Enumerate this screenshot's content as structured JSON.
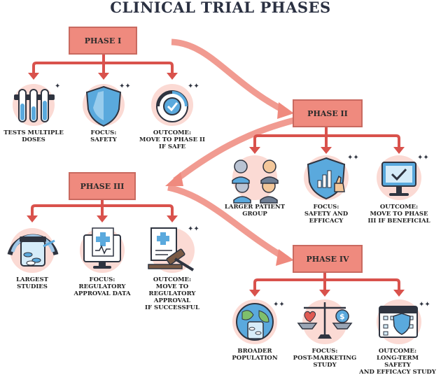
{
  "title": "CLINICAL TRIAL PHASES",
  "colors": {
    "accent": "#ef8a7e",
    "arrow": "#d9524c",
    "halo": "#fbdad4",
    "blue": "#5aa9dd",
    "dark": "#2f3440"
  },
  "phases": [
    {
      "label": "PHASE I",
      "items": [
        {
          "icon": "test-tubes-icon",
          "caption": "TESTS MULTIPLE\nDOSES"
        },
        {
          "icon": "shield-icon",
          "caption": "FOCUS:\nSAFETY"
        },
        {
          "icon": "gauge-check-icon",
          "caption": "OUTCOME:\nMOVE TO PHASE II\nIF SAFE"
        }
      ]
    },
    {
      "label": "PHASE II",
      "items": [
        {
          "icon": "patient-group-icon",
          "caption": "LARGER PATIENT\nGROUP"
        },
        {
          "icon": "shield-chart-thumb-icon",
          "caption": "FOCUS:\nSAFETY AND\nEFFICACY"
        },
        {
          "icon": "monitor-check-icon",
          "caption": "OUTCOME:\nMOVE TO PHASE\nIII IF BENEFICIAL"
        }
      ]
    },
    {
      "label": "PHASE III",
      "items": [
        {
          "icon": "pill-jar-gauge-icon",
          "caption": "LARGEST\nSTUDIES"
        },
        {
          "icon": "approval-document-monitor-icon",
          "caption": "FOCUS:\nREGULATORY\nAPPROVAL DATA"
        },
        {
          "icon": "gavel-document-icon",
          "caption": "OUTCOME:\nMOVE TO\nREGULATORY\nAPPROVAL\nIF SUCCESSFUL"
        }
      ]
    },
    {
      "label": "PHASE IV",
      "items": [
        {
          "icon": "globe-pills-icon",
          "caption": "BROADER\nPOPULATION"
        },
        {
          "icon": "scale-heart-dollar-icon",
          "caption": "FOCUS:\nPOST-MARKETING\nSTUDY"
        },
        {
          "icon": "calendar-shield-icon",
          "caption": "OUTCOME:\nLONG-TERM\nSAFETY\nAND EFFICACY STUDY"
        }
      ]
    }
  ]
}
